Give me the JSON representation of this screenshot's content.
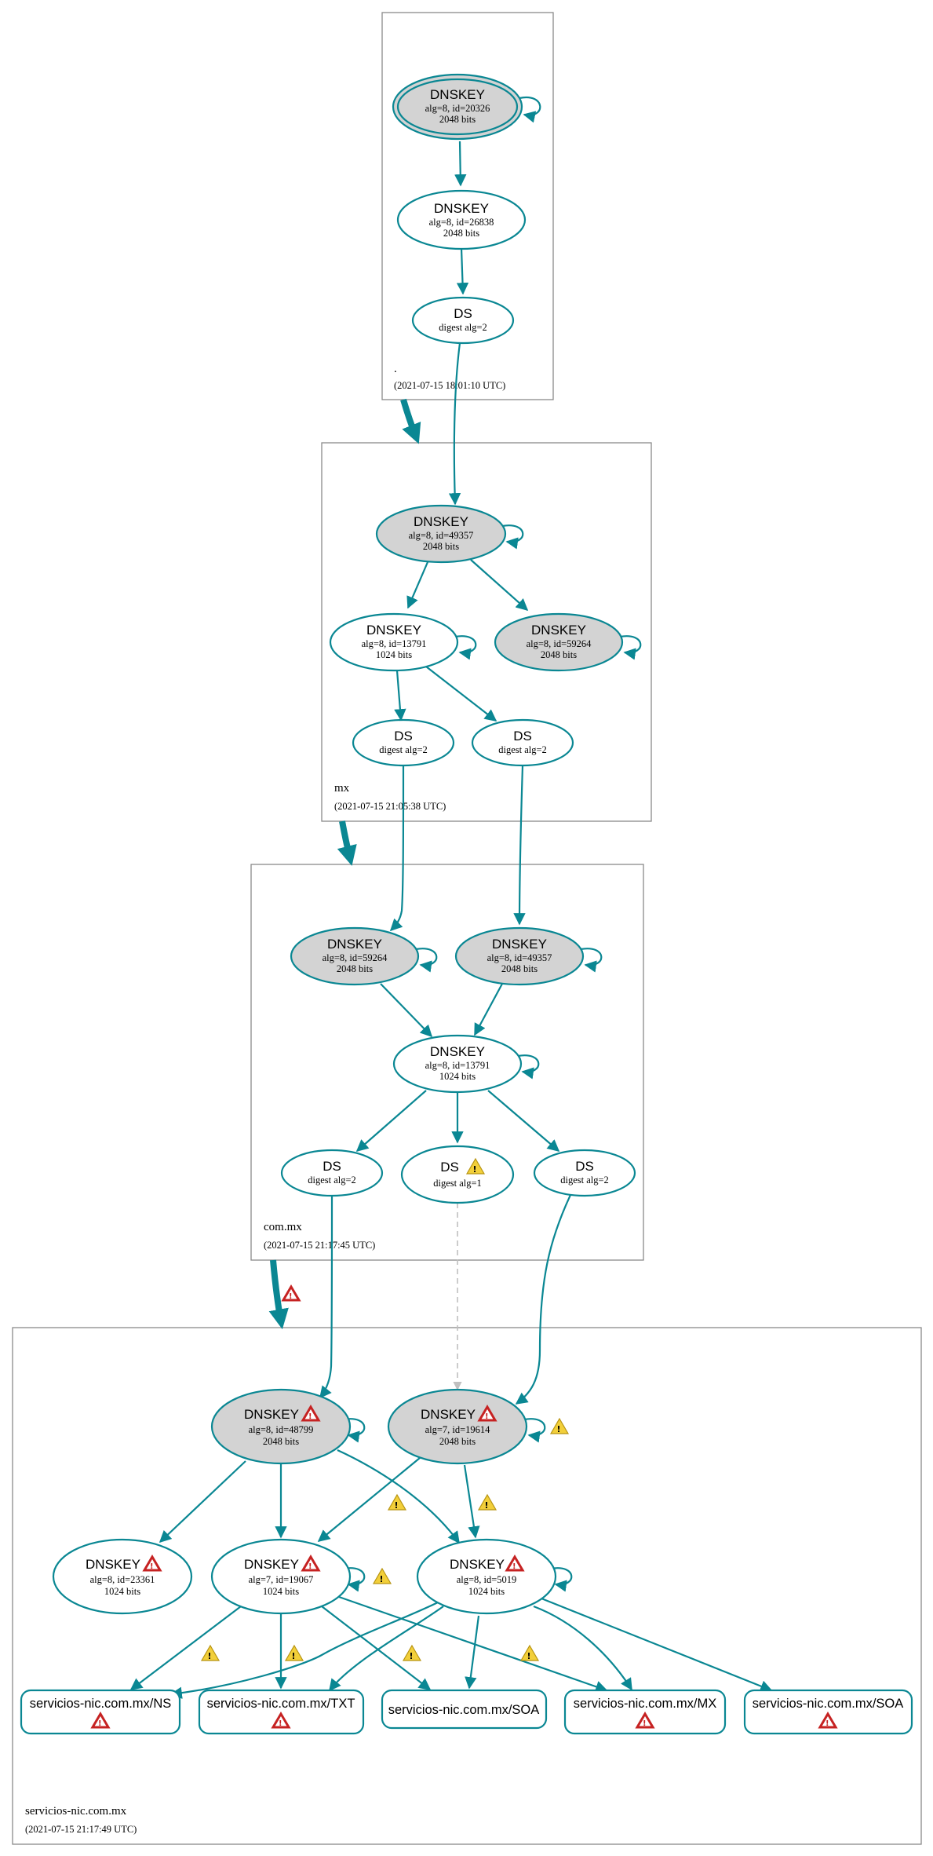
{
  "colors": {
    "edge": "#0a8793",
    "ksk_fill": "#d3d3d3",
    "node_fill": "#ffffff",
    "dashed_edge": "#c0c0c0",
    "warning": "#f2cf3a",
    "error": "#c62222"
  },
  "zones": [
    {
      "id": "root",
      "label": ".",
      "timestamp": "(2021-07-15 18:01:10 UTC)"
    },
    {
      "id": "mx",
      "label": "mx",
      "timestamp": "(2021-07-15 21:05:38 UTC)"
    },
    {
      "id": "commx",
      "label": "com.mx",
      "timestamp": "(2021-07-15 21:17:45 UTC)"
    },
    {
      "id": "nic",
      "label": "servicios-nic.com.mx",
      "timestamp": "(2021-07-15 21:17:49 UTC)"
    }
  ],
  "nodes": {
    "root_ksk": {
      "title": "DNSKEY",
      "line1": "alg=8, id=20326",
      "line2": "2048 bits",
      "ksk": true,
      "trust_anchor": true
    },
    "root_zsk": {
      "title": "DNSKEY",
      "line1": "alg=8, id=26838",
      "line2": "2048 bits"
    },
    "root_ds": {
      "title": "DS",
      "line1": "digest alg=2"
    },
    "mx_ksk1": {
      "title": "DNSKEY",
      "line1": "alg=8, id=49357",
      "line2": "2048 bits",
      "ksk": true
    },
    "mx_zsk": {
      "title": "DNSKEY",
      "line1": "alg=8, id=13791",
      "line2": "1024 bits"
    },
    "mx_ksk2": {
      "title": "DNSKEY",
      "line1": "alg=8, id=59264",
      "line2": "2048 bits",
      "ksk": true
    },
    "mx_ds1": {
      "title": "DS",
      "line1": "digest alg=2"
    },
    "mx_ds2": {
      "title": "DS",
      "line1": "digest alg=2"
    },
    "com_ksk1": {
      "title": "DNSKEY",
      "line1": "alg=8, id=59264",
      "line2": "2048 bits",
      "ksk": true
    },
    "com_ksk2": {
      "title": "DNSKEY",
      "line1": "alg=8, id=49357",
      "line2": "2048 bits",
      "ksk": true
    },
    "com_zsk": {
      "title": "DNSKEY",
      "line1": "alg=8, id=13791",
      "line2": "1024 bits"
    },
    "com_ds1": {
      "title": "DS",
      "line1": "digest alg=2"
    },
    "com_ds2": {
      "title": "DS",
      "line1": "digest alg=1",
      "warning": true
    },
    "com_ds3": {
      "title": "DS",
      "line1": "digest alg=2"
    },
    "nic_ksk1": {
      "title": "DNSKEY",
      "line1": "alg=8, id=48799",
      "line2": "2048 bits",
      "ksk": true,
      "error": true
    },
    "nic_ksk2": {
      "title": "DNSKEY",
      "line1": "alg=7, id=19614",
      "line2": "2048 bits",
      "ksk": true,
      "error": true
    },
    "nic_k1": {
      "title": "DNSKEY",
      "line1": "alg=8, id=23361",
      "line2": "1024 bits",
      "error": true
    },
    "nic_k2": {
      "title": "DNSKEY",
      "line1": "alg=7, id=19067",
      "line2": "1024 bits",
      "error": true
    },
    "nic_k3": {
      "title": "DNSKEY",
      "line1": "alg=8, id=5019",
      "line2": "1024 bits",
      "error": true
    }
  },
  "rrsets": [
    {
      "id": "rr_ns",
      "label": "servicios-nic.com.mx/NS",
      "error": true
    },
    {
      "id": "rr_txt",
      "label": "servicios-nic.com.mx/TXT",
      "error": true
    },
    {
      "id": "rr_soa1",
      "label": "servicios-nic.com.mx/SOA",
      "error": false
    },
    {
      "id": "rr_mx",
      "label": "servicios-nic.com.mx/MX",
      "error": true
    },
    {
      "id": "rr_soa2",
      "label": "servicios-nic.com.mx/SOA",
      "error": true
    }
  ]
}
